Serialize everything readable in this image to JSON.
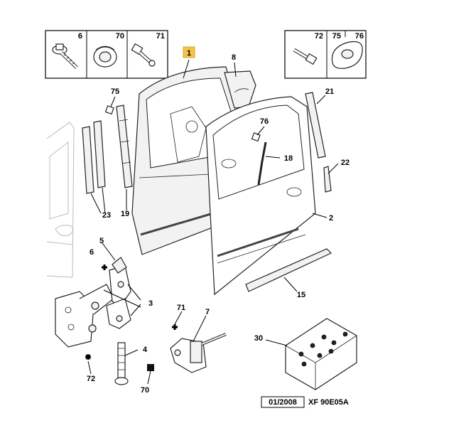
{
  "fastener_box_left": {
    "numbers": [
      "6",
      "70",
      "71"
    ]
  },
  "fastener_box_right": {
    "numbers": [
      "72",
      "75",
      "76"
    ]
  },
  "highlight_callout": "1",
  "callouts": {
    "c2": "2",
    "c3": "3",
    "c4": "4",
    "c5": "5",
    "c6": "6",
    "c7": "7",
    "c8": "8",
    "c15": "15",
    "c18": "18",
    "c19": "19",
    "c21": "21",
    "c22": "22",
    "c23": "23",
    "c30": "30",
    "c70": "70",
    "c71": "71",
    "c72": "72",
    "c75": "75",
    "c76": "76"
  },
  "footer": {
    "date": "01/2008",
    "code": "XF 90E05A"
  },
  "colors": {
    "highlight": "#f5c542",
    "line": "#000000"
  }
}
